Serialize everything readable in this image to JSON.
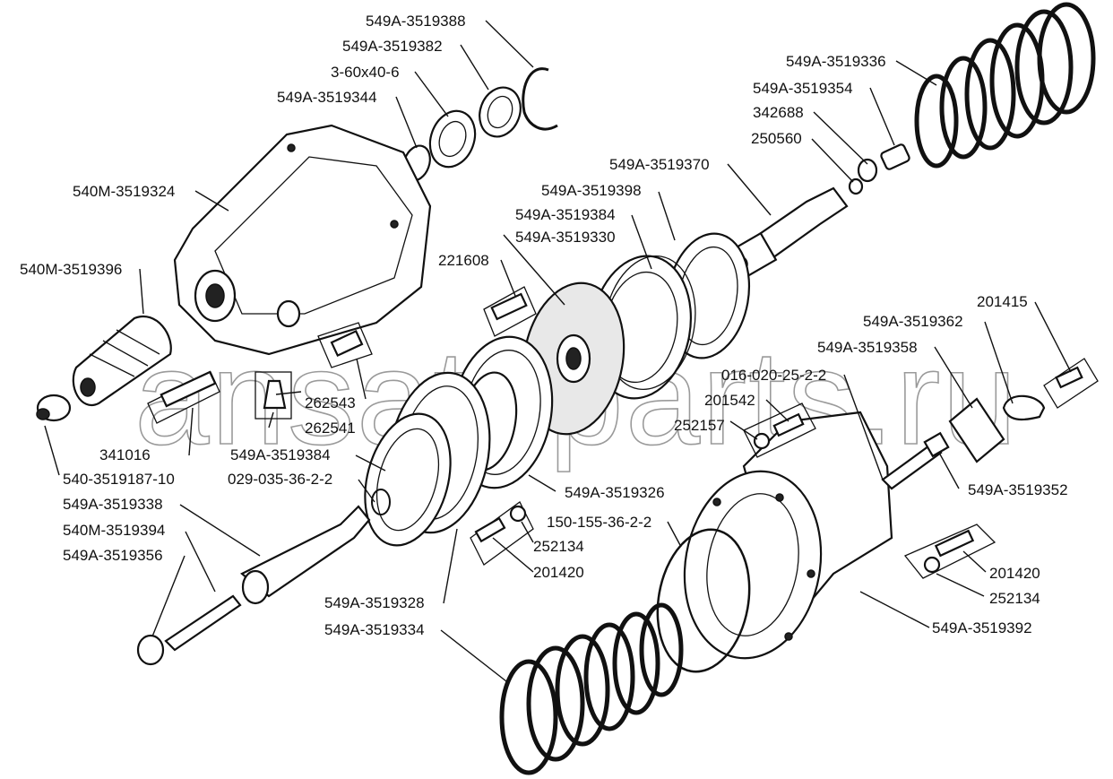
{
  "diagram": {
    "title": "Clutch release pneumatic booster – exploded view",
    "watermark": "ansatoparts.ru",
    "labels": [
      {
        "id": "l1",
        "text": "549A-3519388"
      },
      {
        "id": "l2",
        "text": "549A-3519382"
      },
      {
        "id": "l3",
        "text": "3-60x40-6"
      },
      {
        "id": "l4",
        "text": "549A-3519344"
      },
      {
        "id": "l5",
        "text": "540M-3519324"
      },
      {
        "id": "l6",
        "text": "540M-3519396"
      },
      {
        "id": "l7",
        "text": "549A-3519336"
      },
      {
        "id": "l8",
        "text": "549A-3519354"
      },
      {
        "id": "l9",
        "text": "342688"
      },
      {
        "id": "l10",
        "text": "250560"
      },
      {
        "id": "l11",
        "text": "549A-3519370"
      },
      {
        "id": "l12",
        "text": "549A-3519398"
      },
      {
        "id": "l13",
        "text": "549A-3519384"
      },
      {
        "id": "l14",
        "text": "549A-3519330"
      },
      {
        "id": "l15",
        "text": "221608"
      },
      {
        "id": "l16",
        "text": "262543"
      },
      {
        "id": "l17",
        "text": "262541"
      },
      {
        "id": "l18",
        "text": "341016"
      },
      {
        "id": "l19",
        "text": "540-3519187-10"
      },
      {
        "id": "l20",
        "text": "549A-3519384"
      },
      {
        "id": "l21",
        "text": "029-035-36-2-2"
      },
      {
        "id": "l22",
        "text": "549A-3519338"
      },
      {
        "id": "l23",
        "text": "540M-3519394"
      },
      {
        "id": "l24",
        "text": "549A-3519356"
      },
      {
        "id": "l25",
        "text": "549A-3519326"
      },
      {
        "id": "l26",
        "text": "150-155-36-2-2"
      },
      {
        "id": "l27",
        "text": "252134"
      },
      {
        "id": "l28",
        "text": "201420"
      },
      {
        "id": "l29",
        "text": "549A-3519328"
      },
      {
        "id": "l30",
        "text": "549A-3519334"
      },
      {
        "id": "l31",
        "text": "201415"
      },
      {
        "id": "l32",
        "text": "549A-3519362"
      },
      {
        "id": "l33",
        "text": "549A-3519358"
      },
      {
        "id": "l34",
        "text": "016-020-25-2-2"
      },
      {
        "id": "l35",
        "text": "201542"
      },
      {
        "id": "l36",
        "text": "252157"
      },
      {
        "id": "l37",
        "text": "549A-3519352"
      },
      {
        "id": "l38",
        "text": "201420"
      },
      {
        "id": "l39",
        "text": "252134"
      },
      {
        "id": "l40",
        "text": "549A-3519392"
      }
    ]
  }
}
